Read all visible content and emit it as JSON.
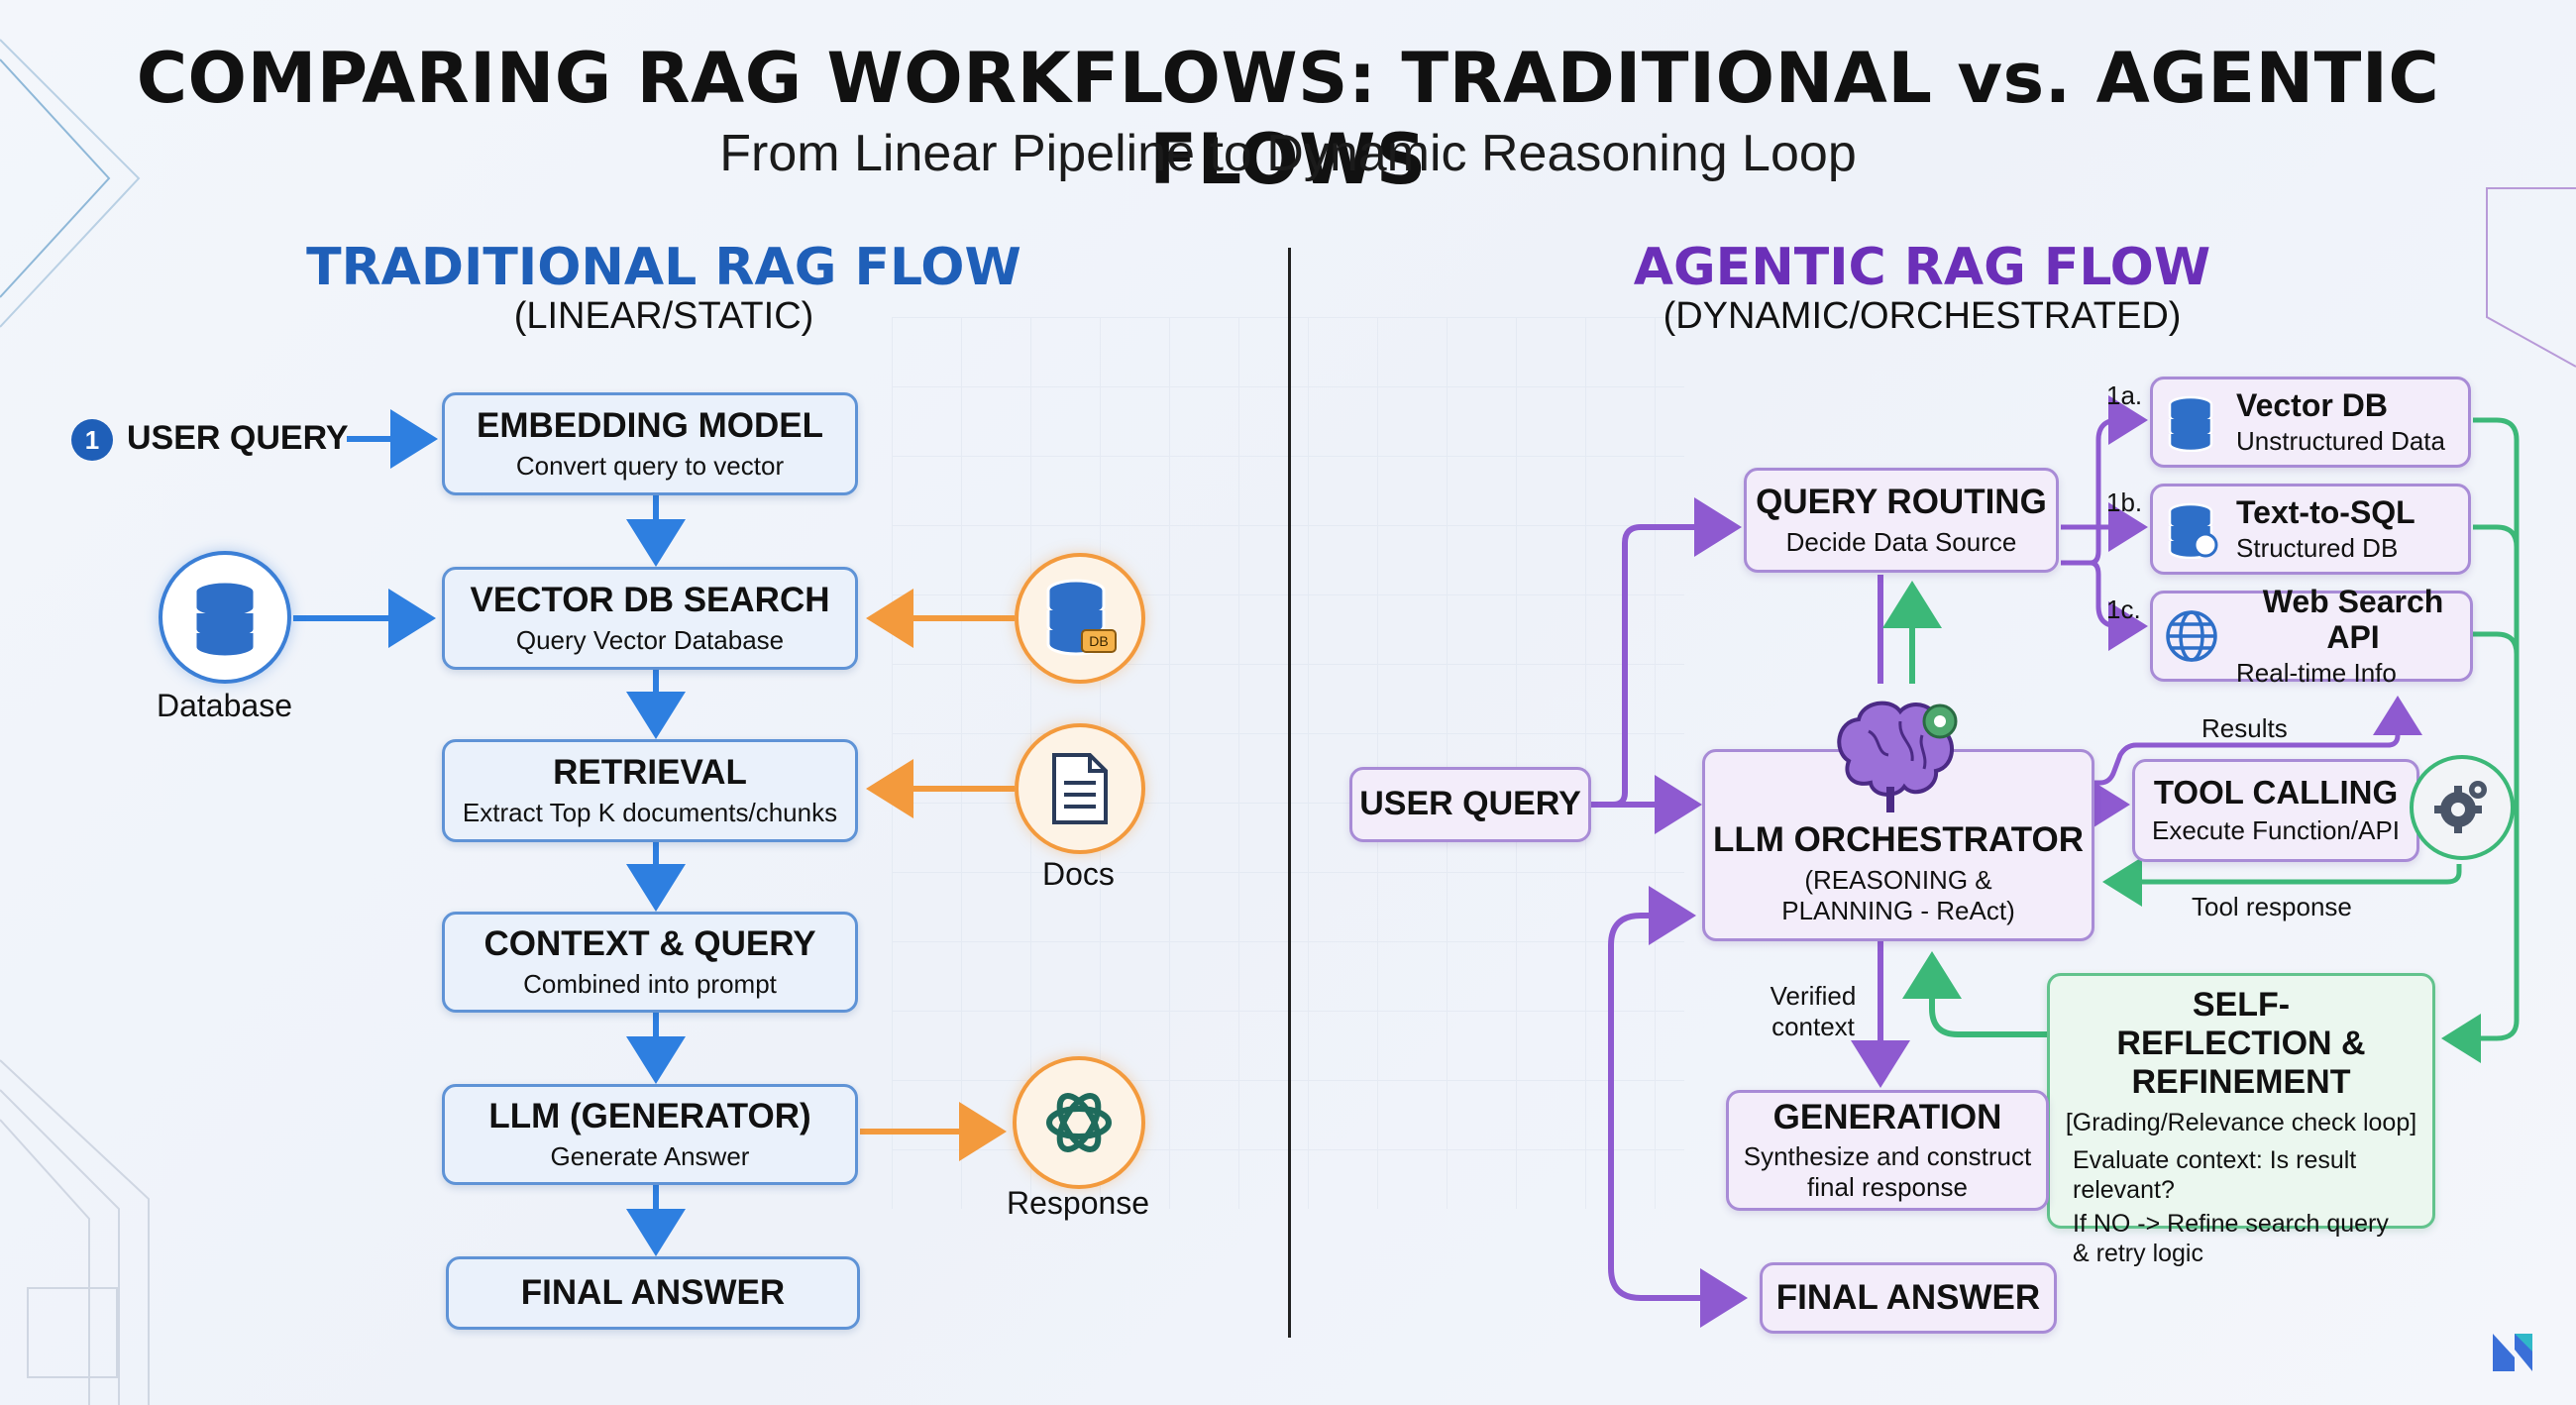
{
  "header": {
    "title": "COMPARING RAG WORKFLOWS: TRADITIONAL vs. AGENTIC FLOWS",
    "subtitle": "From Linear Pipeline to Dynamic Reasoning Loop"
  },
  "traditional": {
    "title": "TRADITIONAL RAG FLOW",
    "subtitle": "(LINEAR/STATIC)",
    "step_number": "1",
    "user_query": "USER QUERY",
    "steps": [
      {
        "title": "EMBEDDING MODEL",
        "desc": "Convert query to vector"
      },
      {
        "title": "VECTOR DB SEARCH",
        "desc": "Query Vector Database"
      },
      {
        "title": "RETRIEVAL",
        "desc": "Extract Top K documents/chunks"
      },
      {
        "title": "CONTEXT & QUERY",
        "desc": "Combined into prompt"
      },
      {
        "title": "LLM (GENERATOR)",
        "desc": "Generate Answer"
      },
      {
        "title": "FINAL ANSWER",
        "desc": ""
      }
    ],
    "database_label": "Database",
    "docs_label": "Docs",
    "response_label": "Response",
    "db_badge": "DB",
    "colors": {
      "accent": "#1f5fb8",
      "arrow": "#2e7fe0",
      "orange": "#f39a3d"
    }
  },
  "agentic": {
    "title": "AGENTIC RAG FLOW",
    "subtitle": "(DYNAMIC/ORCHESTRATED)",
    "user_query": "USER QUERY",
    "query_routing": {
      "title": "QUERY ROUTING",
      "desc": "Decide Data Source"
    },
    "sources": [
      {
        "tag": "1a.",
        "title": "Vector DB",
        "desc": "Unstructured Data",
        "icon": "database-icon"
      },
      {
        "tag": "1b.",
        "title": "Text-to-SQL",
        "desc": "Structured DB",
        "icon": "sql-database-icon"
      },
      {
        "tag": "1c.",
        "title": "Web Search API",
        "desc": "Real-time Info",
        "icon": "globe-icon"
      }
    ],
    "orchestrator": {
      "title": "LLM ORCHESTRATOR",
      "desc": "(REASONING & PLANNING - ReAct)"
    },
    "tool_calling": {
      "title": "TOOL CALLING",
      "desc": "Execute Function/API"
    },
    "results_label": "Results",
    "tool_response_label": "Tool response",
    "verified_label": "Verified context",
    "self_reflection": {
      "title": "SELF-REFLECTION & REFINEMENT",
      "bracket": "[Grading/Relevance check loop]",
      "line1": "Evaluate context: Is result relevant?",
      "line2": "If NO -> Refine search query & retry logic"
    },
    "generation": {
      "title": "GENERATION",
      "desc": "Synthesize and construct final response"
    },
    "final_answer": "FINAL ANSWER",
    "colors": {
      "accent": "#6b2fb8",
      "purple": "#8e5ad0",
      "green": "#3cb878"
    }
  }
}
